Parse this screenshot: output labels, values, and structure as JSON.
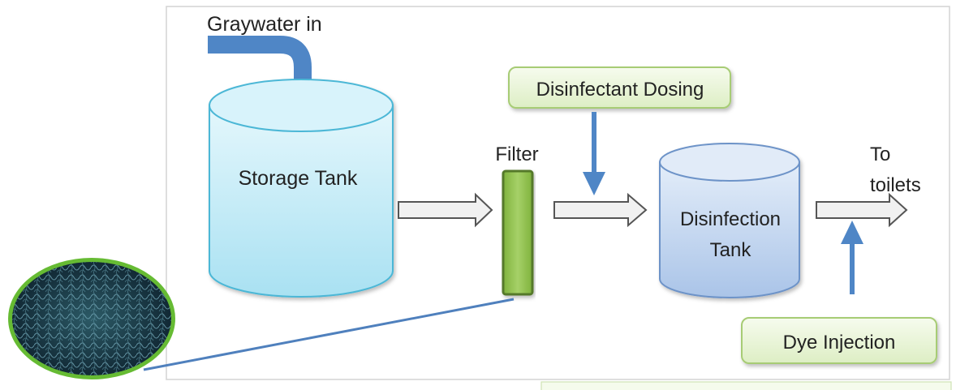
{
  "diagram": {
    "inlet_label": "Graywater in",
    "storage_tank_label": "Storage Tank",
    "filter_label": "Filter",
    "dosing_box_label": "Disinfectant Dosing",
    "disinfection_tank_label_line1": "Disinfection",
    "disinfection_tank_label_line2": "Tank",
    "outlet_label_line1": "To",
    "outlet_label_line2": "toilets",
    "dye_box_label": "Dye Injection"
  },
  "colors": {
    "frame_border": "#d4d4d4",
    "storage_tank_fill": "#bfe9f6",
    "storage_tank_stroke": "#4cb7d6",
    "disinfection_tank_fill": "#bcd3ee",
    "disinfection_tank_stroke": "#6d93c8",
    "filter_fill": "#8fc04e",
    "filter_stroke": "#55792b",
    "flow_arrow_fill": "#f1f1f1",
    "flow_arrow_stroke": "#555555",
    "blue_arrow": "#4f86c6",
    "label_box_fill": "#eaf6d8",
    "label_box_stroke": "#a7cc74",
    "filter_media_ring": "#66bb33",
    "filter_media_fill": "#1d3c48"
  }
}
